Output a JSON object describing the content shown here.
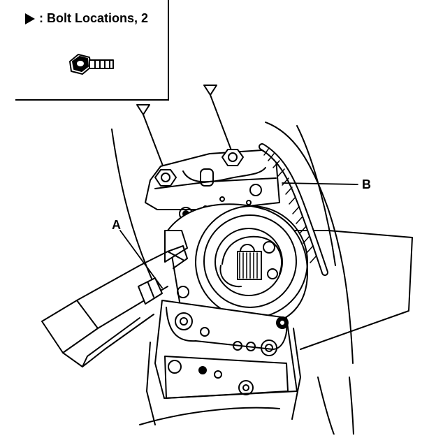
{
  "legend": {
    "label": ": Bolt Locations, 2"
  },
  "callouts": {
    "a": "A",
    "b": "B"
  },
  "icons": {
    "legend_marker": "triangle-marker-icon",
    "bolt": "bolt-icon"
  }
}
